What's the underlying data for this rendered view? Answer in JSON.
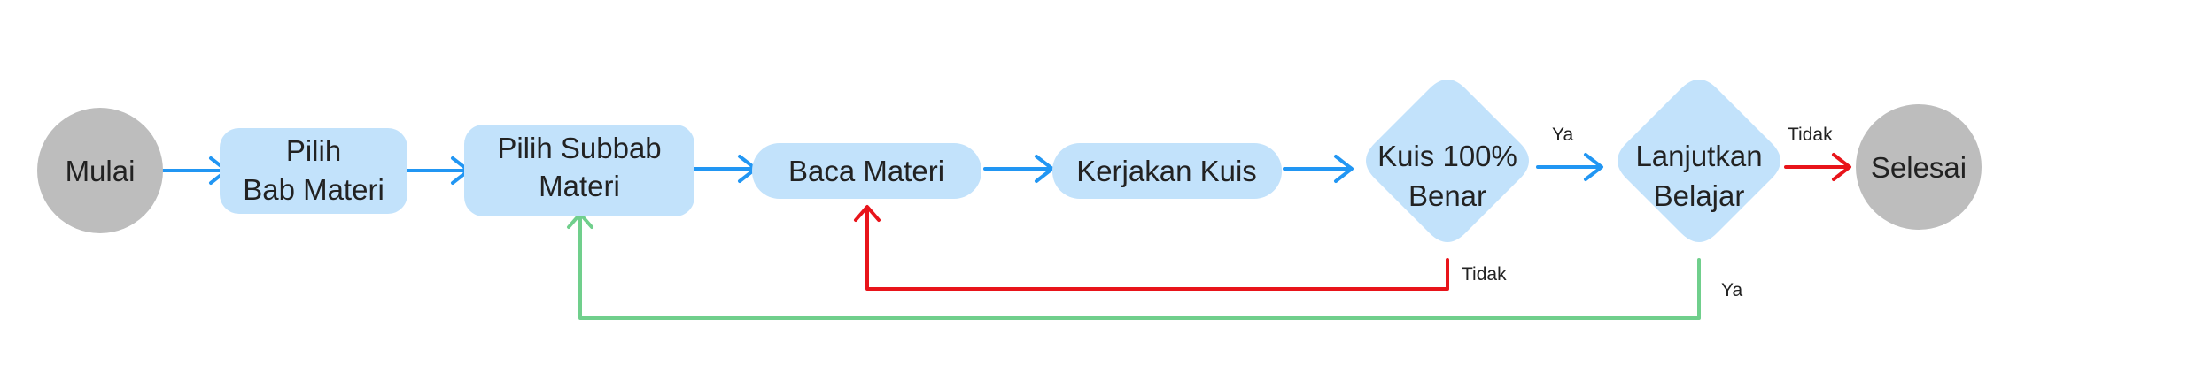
{
  "colors": {
    "node_fill": "#c2e2fb",
    "terminal_fill": "#bdbdbd",
    "arrow_blue": "#2196f3",
    "arrow_red": "#e8141a",
    "arrow_green": "#70cf8c"
  },
  "nodes": {
    "mulai": "Mulai",
    "pilih_bab_line1": "Pilih",
    "pilih_bab_line2": "Bab Materi",
    "pilih_subbab_line1": "Pilih Subbab",
    "pilih_subbab_line2": "Materi",
    "baca_materi": "Baca Materi",
    "kerjakan_kuis": "Kerjakan Kuis",
    "kuis_line1": "Kuis 100%",
    "kuis_line2": "Benar",
    "lanjutkan_line1": "Lanjutkan",
    "lanjutkan_line2": "Belajar",
    "selesai": "Selesai"
  },
  "edge_labels": {
    "kuis_ya": "Ya",
    "kuis_tidak": "Tidak",
    "lanjutkan_tidak": "Tidak",
    "lanjutkan_ya": "Ya"
  }
}
